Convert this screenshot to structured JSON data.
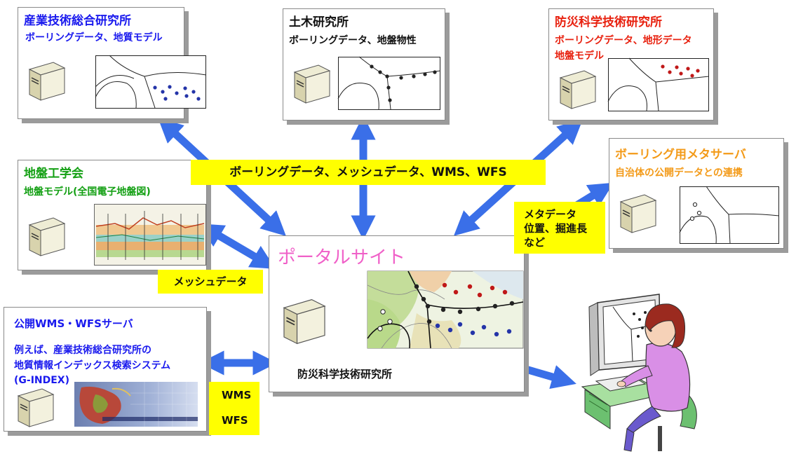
{
  "nodes": {
    "aist": {
      "title": "産業技術総合研究所",
      "subtitle": "ボーリングデータ、地質モデル"
    },
    "pwri": {
      "title": "土木研究所",
      "subtitle": "ボーリングデータ、地盤物性"
    },
    "nied": {
      "title": "防災科学技術研究所",
      "subtitle_line1": "ボーリングデータ、地形データ",
      "subtitle_line2": "地盤モデル"
    },
    "jgs": {
      "title": "地盤工学会",
      "subtitle": "地盤モデル(全国電子地盤図)"
    },
    "meta_server": {
      "title": "ボーリング用メタサーバ",
      "subtitle": "自治体の公開データとの連携"
    },
    "portal": {
      "title": "ポータルサイト",
      "caption": "防災科学技術研究所"
    },
    "public_wms": {
      "title": "公開WMS・WFSサーバ",
      "line1": "例えば、産業技術総合研究所の",
      "line2": "地質情報インデックス検索システム",
      "line3": "(G-INDEX)"
    }
  },
  "labels": {
    "center_data": "ボーリングデータ、メッシュデータ、WMS、WFS",
    "mesh_data": "メッシュデータ",
    "metadata_line1": "メタデータ",
    "metadata_line2": "位置、掘進長",
    "metadata_line3": "など",
    "wms": "WMS",
    "wfs": "WFS"
  },
  "colors": {
    "arrow": "#3a6fe8",
    "label_bg": "#ffff00",
    "title_blue": "#1a1aee",
    "title_red": "#e8210f",
    "title_orange": "#f39a18",
    "title_green": "#14a014",
    "title_pink": "#f060c8"
  }
}
